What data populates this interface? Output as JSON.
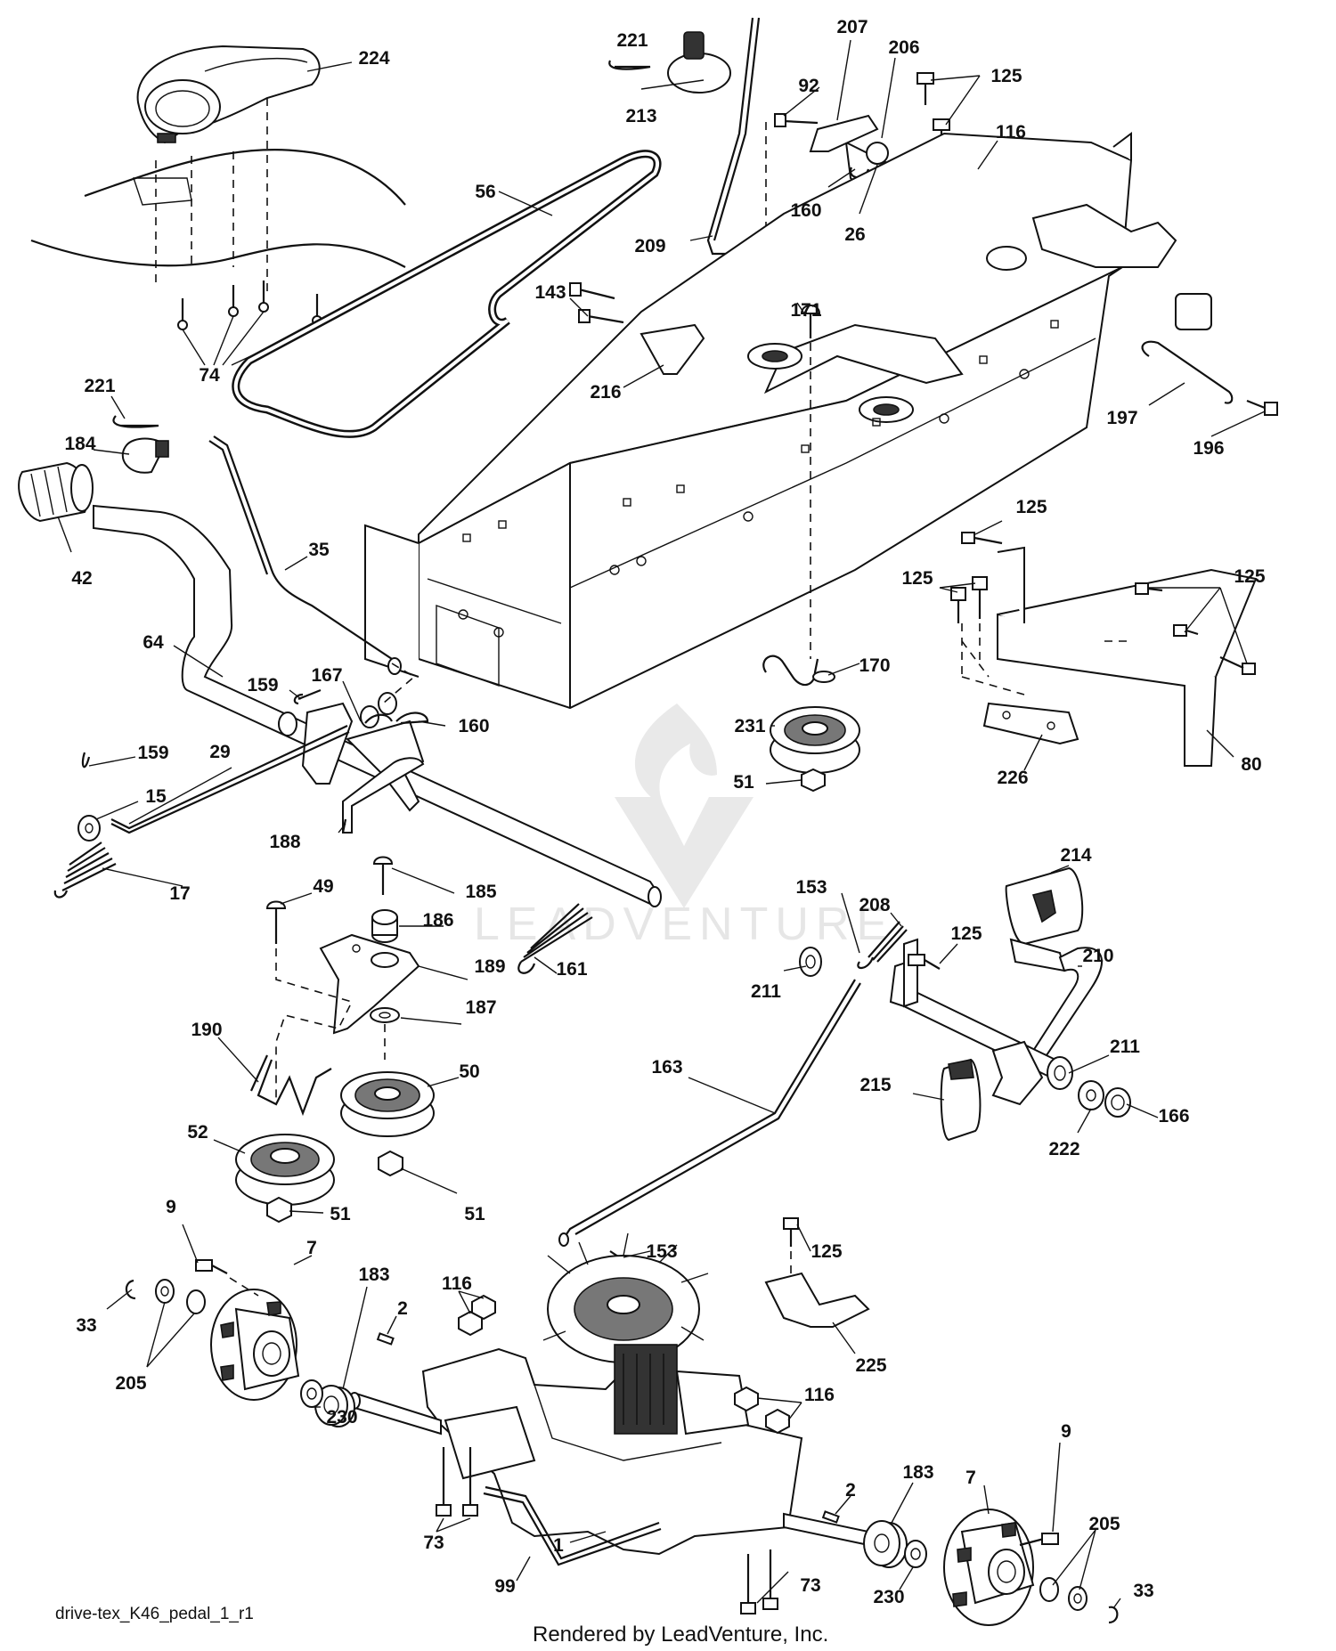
{
  "diagram": {
    "file_name": "drive-tex_K46_pedal_1_r1",
    "footer": "Rendered by LeadVenture, Inc.",
    "watermark": "LEADVENTURE",
    "part_labels": [
      "224",
      "221",
      "213",
      "207",
      "206",
      "92",
      "125",
      "116",
      "160",
      "26",
      "56",
      "209",
      "171",
      "143",
      "216",
      "197",
      "196",
      "74",
      "221",
      "184",
      "42",
      "35",
      "125",
      "125",
      "125",
      "64",
      "170",
      "231",
      "51",
      "80",
      "226",
      "159",
      "167",
      "160",
      "159",
      "29",
      "15",
      "188",
      "17",
      "49",
      "185",
      "186",
      "153",
      "208",
      "214",
      "125",
      "210",
      "189",
      "187",
      "161",
      "211",
      "190",
      "50",
      "163",
      "211",
      "215",
      "166",
      "222",
      "52",
      "51",
      "51",
      "9",
      "7",
      "183",
      "2",
      "116",
      "153",
      "125",
      "225",
      "33",
      "205",
      "230",
      "116",
      "2",
      "183",
      "7",
      "9",
      "205",
      "73",
      "1",
      "99",
      "73",
      "230",
      "33"
    ]
  }
}
